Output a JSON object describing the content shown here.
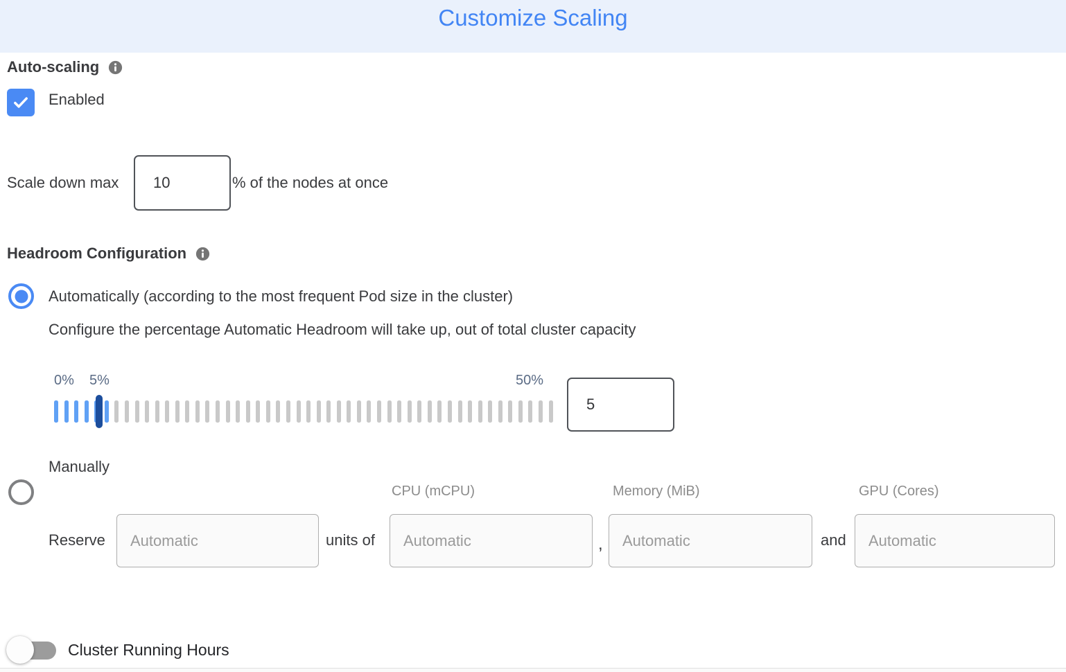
{
  "header": {
    "title": "Customize Scaling"
  },
  "auto_scaling": {
    "section_label": "Auto-scaling",
    "enabled_checkbox_label": "Enabled",
    "checkbox_checked": true,
    "scale_down_prefix": "Scale down max",
    "scale_down_value": "10",
    "scale_down_suffix": "% of the nodes at once"
  },
  "headroom": {
    "section_label": "Headroom Configuration",
    "automatic_option_label": "Automatically (according to the most frequent Pod size in the cluster)",
    "automatic_selected": true,
    "automatic_description": "Configure the percentage Automatic Headroom will take up, out of total cluster capacity",
    "slider": {
      "min_label": "0%",
      "value_label": "5%",
      "max_label": "50%",
      "value": "5",
      "tick_count": 50,
      "filled_tick_count": 6
    },
    "manual_option_label": "Manually",
    "manual_selected": false,
    "column_headers": [
      "CPU (mCPU)",
      "Memory (MiB)",
      "GPU (Cores)"
    ],
    "reserve_label": "Reserve",
    "units_of_label": "units of",
    "comma_separator": ",",
    "and_label": "and",
    "reserve_placeholder": "Automatic"
  },
  "cluster_running_hours": {
    "label": "Cluster Running Hours",
    "enabled": false
  },
  "colors": {
    "accent_blue": "#4A8AF4",
    "title_blue": "#4285F4",
    "header_bg": "#EAF1FC",
    "slider_handle": "#1C4E9D",
    "slider_filled_tick": "#60A1F5",
    "slider_empty_tick": "#C9C9C9"
  }
}
